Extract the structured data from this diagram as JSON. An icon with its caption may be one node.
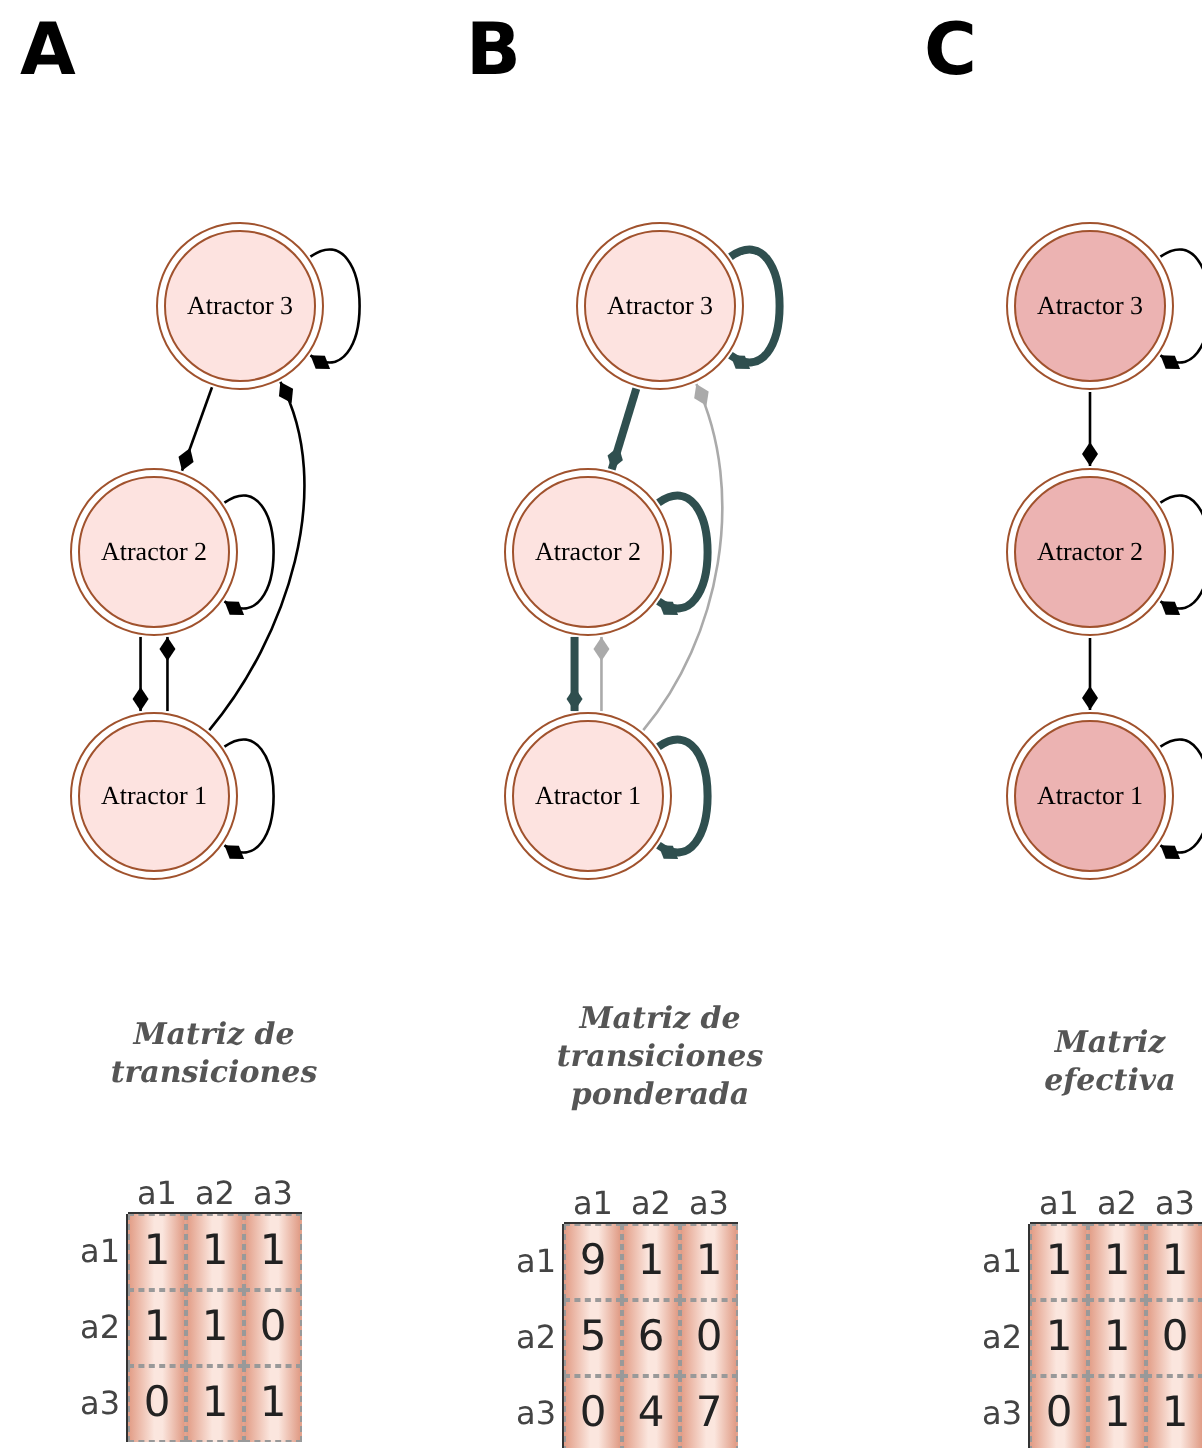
{
  "diagram": {
    "nodes": [
      {
        "text": [
          "Atractor 3"
        ]
      },
      {
        "text": [
          "Atractor 2"
        ]
      },
      {
        "text": [
          "Atractor 1"
        ]
      },
      {
        "text": [
          "Atractor 3"
        ]
      },
      {
        "text": [
          "Atractor 2"
        ]
      },
      {
        "text": [
          "Atractor 1"
        ]
      },
      {
        "text": [
          "Atractor 3"
        ]
      },
      {
        "text": [
          "Atractor 2"
        ]
      },
      {
        "text": [
          "Atractor 1"
        ]
      }
    ],
    "edges": [
      {
        "from": 0,
        "to": 0,
        "arrow": "other"
      },
      {
        "from": 0,
        "to": 1,
        "arrow": "other"
      },
      {
        "from": 1,
        "to": 1,
        "arrow": "other"
      },
      {
        "from": 1,
        "to": 2,
        "arrow": "other"
      },
      {
        "from": 2,
        "to": 1,
        "arrow": "other"
      },
      {
        "from": 2,
        "to": 0,
        "arrow": "other"
      },
      {
        "from": 2,
        "to": 2,
        "arrow": "other"
      },
      {
        "from": 3,
        "to": 3,
        "arrow": "other",
        "style": "thick",
        "color": "#2f4f4f"
      },
      {
        "from": 3,
        "to": 4,
        "arrow": "other",
        "style": "thick",
        "color": "#2f4f4f"
      },
      {
        "from": 4,
        "to": 4,
        "arrow": "other",
        "style": "thick",
        "color": "#2f4f4f"
      },
      {
        "from": 4,
        "to": 5,
        "arrow": "other",
        "style": "thick",
        "color": "#2f4f4f"
      },
      {
        "from": 5,
        "to": 4,
        "arrow": "other",
        "color": "#aaaaaa"
      },
      {
        "from": 5,
        "to": 3,
        "arrow": "other",
        "color": "#aaaaaa"
      },
      {
        "from": 5,
        "to": 5,
        "arrow": "other",
        "style": "thick",
        "color": "#2f4f4f"
      },
      {
        "from": 6,
        "to": 6,
        "arrow": "other"
      },
      {
        "from": 6,
        "to": 7,
        "arrow": "other"
      },
      {
        "from": 7,
        "to": 7,
        "arrow": "other"
      },
      {
        "from": 7,
        "to": 8,
        "arrow": "other"
      },
      {
        "from": 8,
        "to": 8,
        "arrow": "other"
      }
    ],
    "labels": [
      "A",
      "B",
      "C",
      "Matriz de transiciones",
      "Matriz de transiciones ponderada",
      "Matriz efectiva",
      "a1",
      "a2",
      "a3",
      "a1",
      "1",
      "1",
      "1",
      "a2",
      "1",
      "1",
      "0",
      "a3",
      "0",
      "1",
      "1",
      "a1",
      "a2",
      "a3",
      "a1",
      "9",
      "1",
      "1",
      "a2",
      "5",
      "6",
      "0",
      "a3",
      "0",
      "4",
      "7",
      "a1",
      "a2",
      "a3",
      "a1",
      "1",
      "1",
      "1",
      "a2",
      "1",
      "1",
      "0",
      "a3",
      "0",
      "1",
      "1"
    ]
  }
}
